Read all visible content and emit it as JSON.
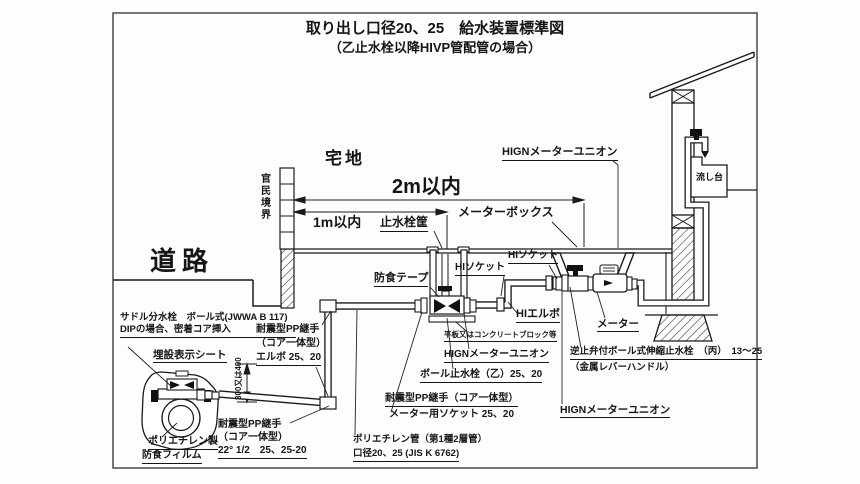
{
  "title": {
    "line1": "取り出し口径20、25　給水装置標準図",
    "line2": "（乙止水栓以降HIVP管配管の場合）"
  },
  "zones": {
    "road": "道路",
    "premises": "宅地",
    "boundary_vertical": "官民境界",
    "sink": "流し台"
  },
  "dims": {
    "within2m": "2m以内",
    "within1m": "1m以内",
    "depth": "300又は400"
  },
  "labels": {
    "hign_union_top": "HIGNメーターユニオン",
    "meter_box": "メーターボックス",
    "stop_valve_box": "止水栓筐",
    "hi_socket_upper": "HIソケット",
    "hi_socket_lower": "HIソケット",
    "anticorrosion_tape": "防食テープ",
    "hi_elbow": "HIエルボ",
    "flat_plate": "平板又はコンクリートブロック等",
    "hign_union_mid": "HIGNメーターユニオン",
    "ball_stop_valve": "ボール止水栓（乙）25、20",
    "pp_elbow_1": "耐震型PP継手",
    "pp_elbow_2": "（コア一体型）",
    "pp_elbow_3": "エルボ 25、20",
    "pp_socket_1": "耐震型PP継手（コア一体型）",
    "pp_socket_2": "メーター用ソケット 25、20",
    "poly_pipe_1": "ポリエチレン管（第1種2層管）",
    "poly_pipe_2": "口径20、25 (JIS K 6762)",
    "saddle_1": "サドル分水栓　ボール式(JWWA B 117)",
    "saddle_2": "DIPの場合、密着コア挿入",
    "burial_sheet": "埋設表示シート",
    "pp22_1": "耐震型PP継手",
    "pp22_2": "（コア一体型）",
    "pp22_3": "22° 1/2　25、25-20",
    "film_1": "ポリエチレン製",
    "film_2": "防食フィルム",
    "meter": "メーター",
    "check_valve_1": "逆止弁付ボール式伸縮止水栓　（丙）　13～25",
    "check_valve_2": "（金属レバーハンドル）",
    "hign_union_bottom": "HIGNメーターユニオン"
  }
}
